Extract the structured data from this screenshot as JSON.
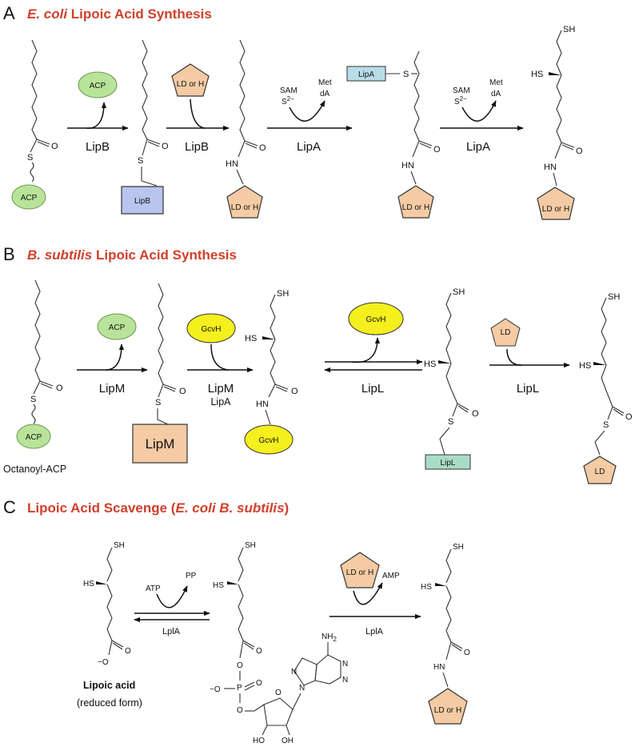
{
  "colors": {
    "title": "#d0402b",
    "acp_fill": "#b9e39a",
    "gcvh_fill": "#f6ef1e",
    "ld_fill": "#f4cba4",
    "lipb_fill": "#b8c5ee",
    "lipm_fill": "#f4cba4",
    "lipa_fill": "#b8dce8",
    "lipl_fill": "#a9dcc6"
  },
  "panelA": {
    "letter": "A",
    "title_italic": "E. coli",
    "title_rest": " Lipoic Acid Synthesis",
    "acp_label": "ACP",
    "ld_or_h": "LD or H",
    "lipb_box": "LipB",
    "lipa_box": "LipA",
    "enzyme_lipb": "LipB",
    "enzyme_lipa": "LipA",
    "sam": "SAM",
    "sulfide": "S",
    "sulfide_charge": "2−",
    "met": "Met",
    "da": "dA",
    "atom_o": "O",
    "atom_s": "S",
    "atom_hn": "HN",
    "atom_hs": "HS",
    "atom_sh": "SH"
  },
  "panelB": {
    "letter": "B",
    "title_italic": "B. subtilis",
    "title_rest": " Lipoic Acid Synthesis",
    "acp_label": "ACP",
    "gcvh_label": "GcvH",
    "ld_label": "LD",
    "lipm_box": "LipM",
    "lipl_box": "LipL",
    "enzyme_lipm": "LipM",
    "enzyme_lipa": "LipA",
    "enzyme_lipl": "LipL",
    "octanoyl_acp": "Octanoyl-ACP",
    "atom_o": "O",
    "atom_s": "S",
    "atom_hn": "HN",
    "atom_hs": "HS",
    "atom_sh": "SH"
  },
  "panelC": {
    "letter": "C",
    "title_start": "Lipoic Acid Scavenge  (",
    "title_ecoli": "E. coli",
    "title_bsub": "  B. subtilis",
    "title_end": ")",
    "atp": "ATP",
    "pp": "PP",
    "amp": "AMP",
    "enzyme_lpla": "LplA",
    "ld_or_h": "LD or H",
    "lipoic_acid": "Lipoic acid",
    "reduced_form": "(reduced form)",
    "atom_o": "O",
    "atom_o_minus": "−O",
    "atom_p": "P",
    "atom_n": "N",
    "atom_nh2": "NH",
    "nh2_sub": "2",
    "atom_ho": "HO",
    "atom_oh": "OH",
    "atom_hs": "HS",
    "atom_sh": "SH",
    "atom_hn": "HN"
  }
}
